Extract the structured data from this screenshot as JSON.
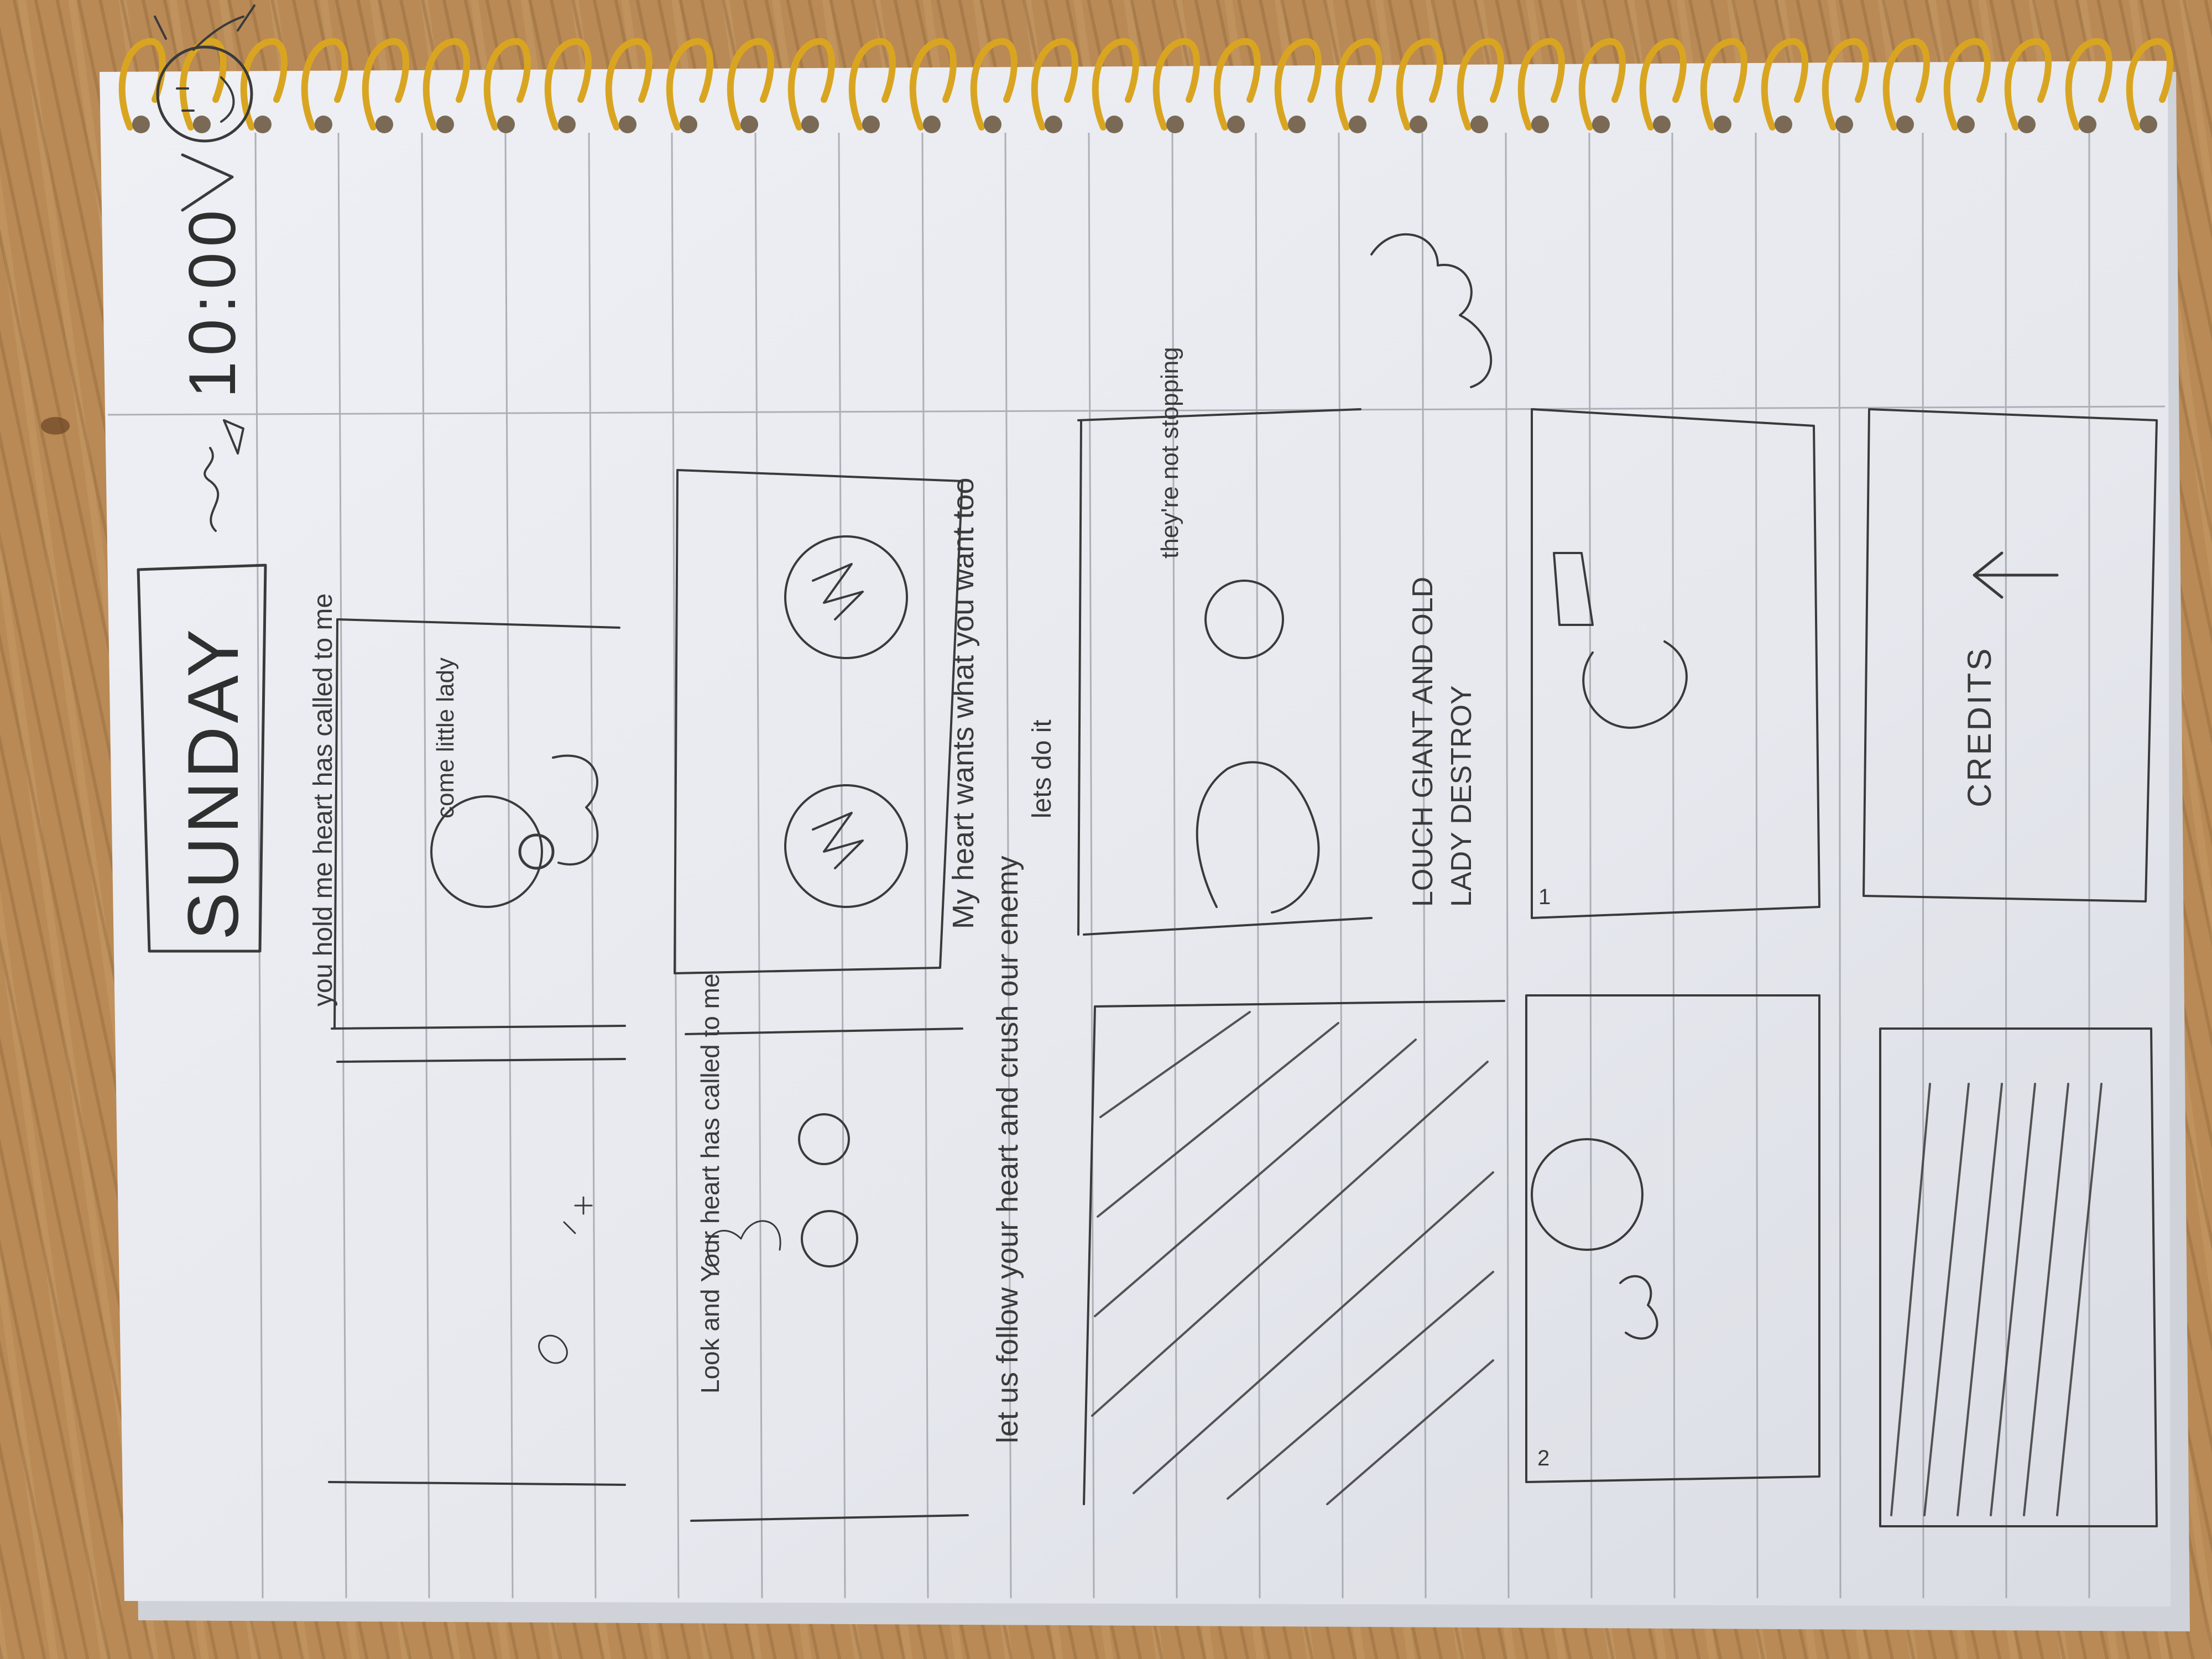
{
  "photo": {
    "subject": "Pencil storyboard sketch on a spiral-bound notebook page",
    "colors": {
      "table": "#b98a55",
      "paper": "#e9ebf1",
      "pencil": "#3a3a3a",
      "ruling": "#9a9ca4",
      "spiral": "#d9a521"
    }
  },
  "sketch": {
    "title_box": "SUNDAY",
    "time": "10:00",
    "lines": {
      "panel1": "you hold me heart has called to me",
      "panel1_bubble": "come little lady",
      "panel2": "Look and Your heart has called to me",
      "panel3_title": "My heart wants what you want too",
      "panel3_sub": "lets do it",
      "panel4": "let us follow your heart and crush our enemy",
      "panel5": "they're not stopping",
      "panel5_caption_1": "LOUCH GIANT AND OLD",
      "panel5_caption_2": "LADY DESTROY",
      "panel7_marker": "1",
      "panel8_marker": "2",
      "credits": "CREDITS"
    }
  }
}
